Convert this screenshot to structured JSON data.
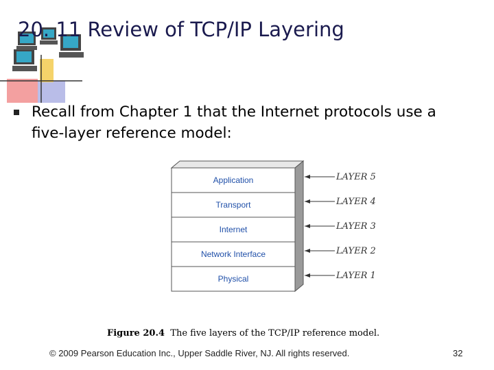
{
  "title": "20. 11 Review of TCP/IP Layering",
  "bullet": "Recall from Chapter 1 that the Internet protocols use a five-layer reference model:",
  "figure": {
    "layers": [
      {
        "name": "Application",
        "tag": "LAYER 5"
      },
      {
        "name": "Transport",
        "tag": "LAYER 4"
      },
      {
        "name": "Internet",
        "tag": "LAYER 3"
      },
      {
        "name": "Network Interface",
        "tag": "LAYER 2"
      },
      {
        "name": "Physical",
        "tag": "LAYER 1"
      }
    ],
    "caption_number": "Figure 20.4",
    "caption_text": "The five layers of the TCP/IP reference model.",
    "layer_text_color": "#1f4fa8"
  },
  "footer": "© 2009 Pearson Education Inc., Upper Saddle River, NJ. All rights reserved.",
  "page_number": "32"
}
